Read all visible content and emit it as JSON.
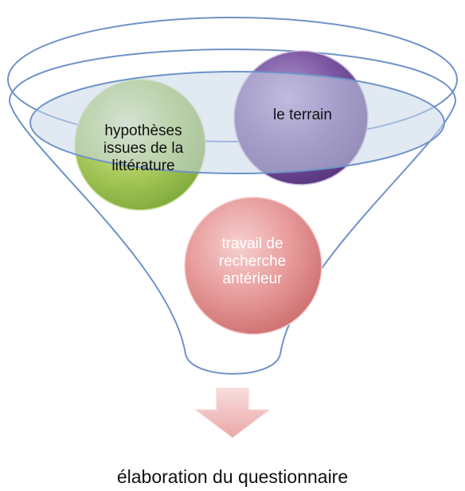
{
  "diagram": {
    "circles": [
      {
        "label": "hypothèses\nissues de la\nlittérature"
      },
      {
        "label": "le terrain"
      },
      {
        "label": "travail de\nrecherche\nantérieur"
      }
    ],
    "caption": "élaboration du questionnaire"
  },
  "colors": {
    "funnel_outline": "#6f93c8",
    "funnel_fill": "#ffffff",
    "rim_fill": "#d5dfec",
    "green_circle": "#9bc046",
    "purple_circle": "#7e5ba4",
    "red_circle": "#e89b9b",
    "arrow": "#f2c4c4"
  }
}
